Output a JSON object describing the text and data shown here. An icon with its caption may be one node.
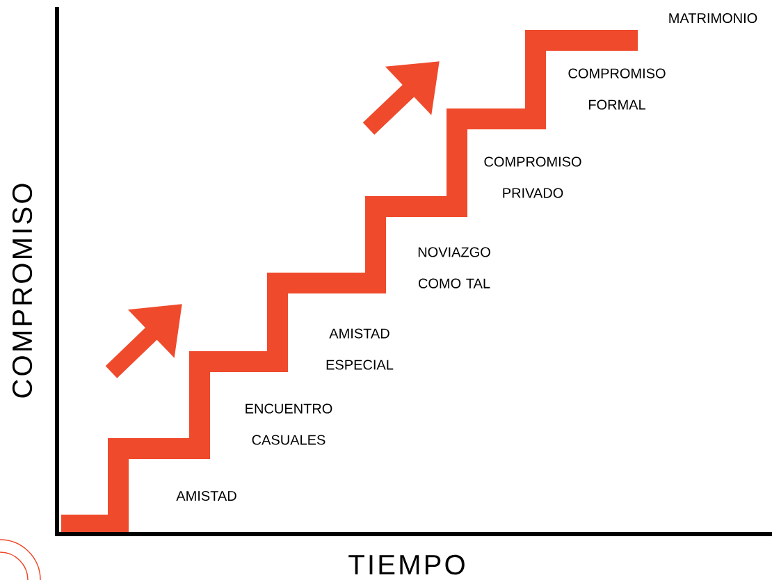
{
  "diagram": {
    "labels": [
      "MATRIMONIO",
      "COMPROMISO FORMAL",
      "COMPROMISO PRIVADO",
      "NOVIAZGO COMO TAL",
      "AMISTAD ESPECIAL",
      "ENCUENTRO CASUALES",
      "AMISTAD",
      "COMPROMISO",
      "TIEMPO"
    ]
  }
}
